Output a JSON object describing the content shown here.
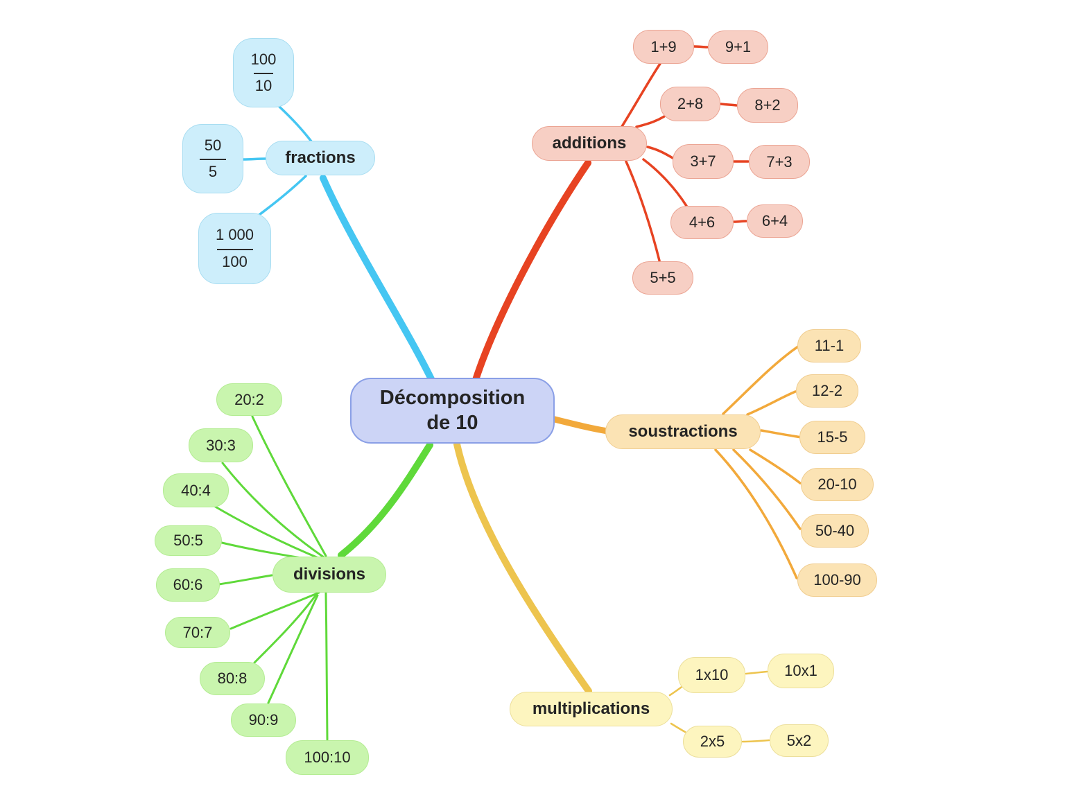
{
  "title": "Décomposition de 10",
  "colors": {
    "background": "#ffffff",
    "text": "#242424",
    "center": {
      "fill": "#ccd4f6",
      "border": "#8a9fe6"
    },
    "branches": {
      "fractions": {
        "fill": "#cdeefb",
        "border": "#a8ddf1",
        "line": "#45c6f2"
      },
      "additions": {
        "fill": "#f7cfc4",
        "border": "#eba493",
        "line": "#e74322"
      },
      "soustractions": {
        "fill": "#fbe3b4",
        "border": "#f0cd90",
        "line": "#f2a93b"
      },
      "multiplications": {
        "fill": "#fdf5bf",
        "border": "#ecdf9b",
        "line": "#edc44e"
      },
      "divisions": {
        "fill": "#c9f5ae",
        "border": "#b4ec93",
        "line": "#5fd93a"
      }
    }
  },
  "center": {
    "label": "Décomposition de 10"
  },
  "branches": {
    "fractions": {
      "label": "fractions",
      "children": [
        {
          "numerator": "100",
          "denominator": "10"
        },
        {
          "numerator": "50",
          "denominator": "5"
        },
        {
          "numerator": "1 000",
          "denominator": "100"
        }
      ]
    },
    "additions": {
      "label": "additions",
      "children": [
        "1+9",
        "9+1",
        "2+8",
        "8+2",
        "3+7",
        "7+3",
        "4+6",
        "6+4",
        "5+5"
      ]
    },
    "soustractions": {
      "label": "soustractions",
      "children": [
        "11-1",
        "12-2",
        "15-5",
        "20-10",
        "50-40",
        "100-90"
      ]
    },
    "multiplications": {
      "label": "multiplications",
      "children": [
        "1x10",
        "10x1",
        "2x5",
        "5x2"
      ]
    },
    "divisions": {
      "label": "divisions",
      "children": [
        "20:2",
        "30:3",
        "40:4",
        "50:5",
        "60:6",
        "70:7",
        "80:8",
        "90:9",
        "100:10"
      ]
    }
  }
}
